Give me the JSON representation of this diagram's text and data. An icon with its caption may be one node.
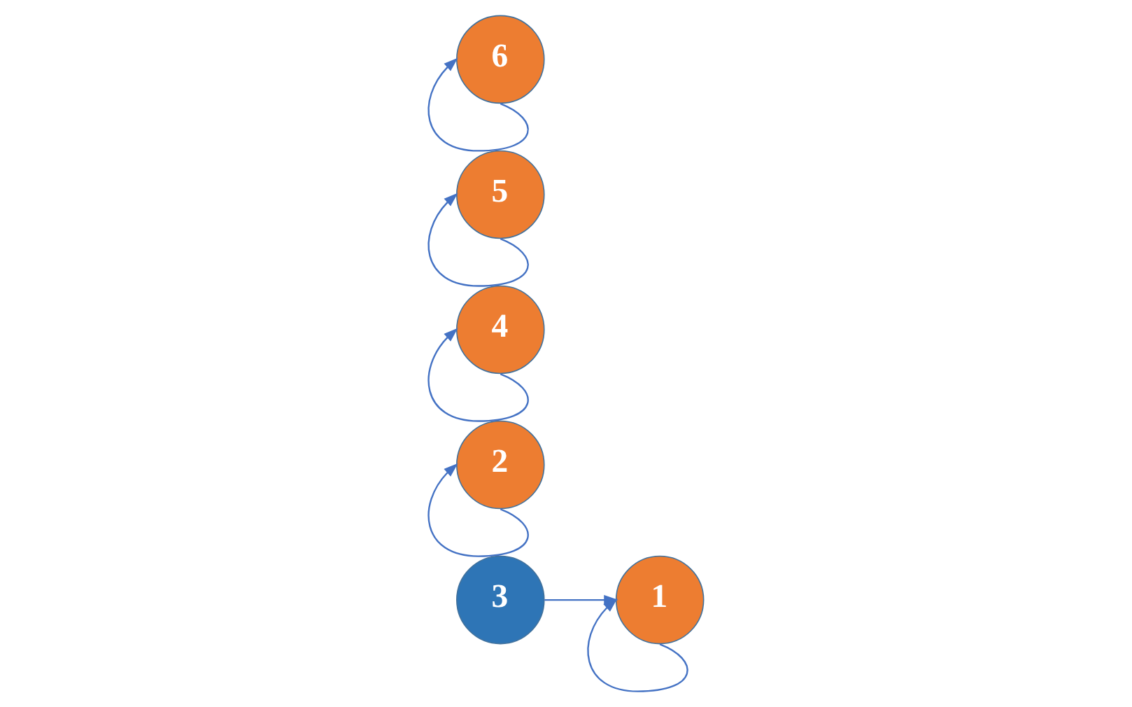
{
  "diagram": {
    "nodes": [
      {
        "text": [
          "1"
        ]
      },
      {
        "text": [
          "2"
        ]
      },
      {
        "text": [
          "3"
        ]
      },
      {
        "text": [
          "4"
        ]
      },
      {
        "text": [
          "5"
        ]
      },
      {
        "text": [
          "6"
        ]
      }
    ],
    "edges": [
      {
        "from": 0,
        "to": 0,
        "arrow": "to"
      },
      {
        "from": 1,
        "to": 1,
        "arrow": "to"
      },
      {
        "from": 2,
        "to": 0,
        "arrow": "to"
      },
      {
        "from": 3,
        "to": 3,
        "arrow": "to"
      },
      {
        "from": 4,
        "to": 4,
        "arrow": "to"
      },
      {
        "from": 5,
        "to": 5,
        "arrow": "to"
      }
    ]
  }
}
